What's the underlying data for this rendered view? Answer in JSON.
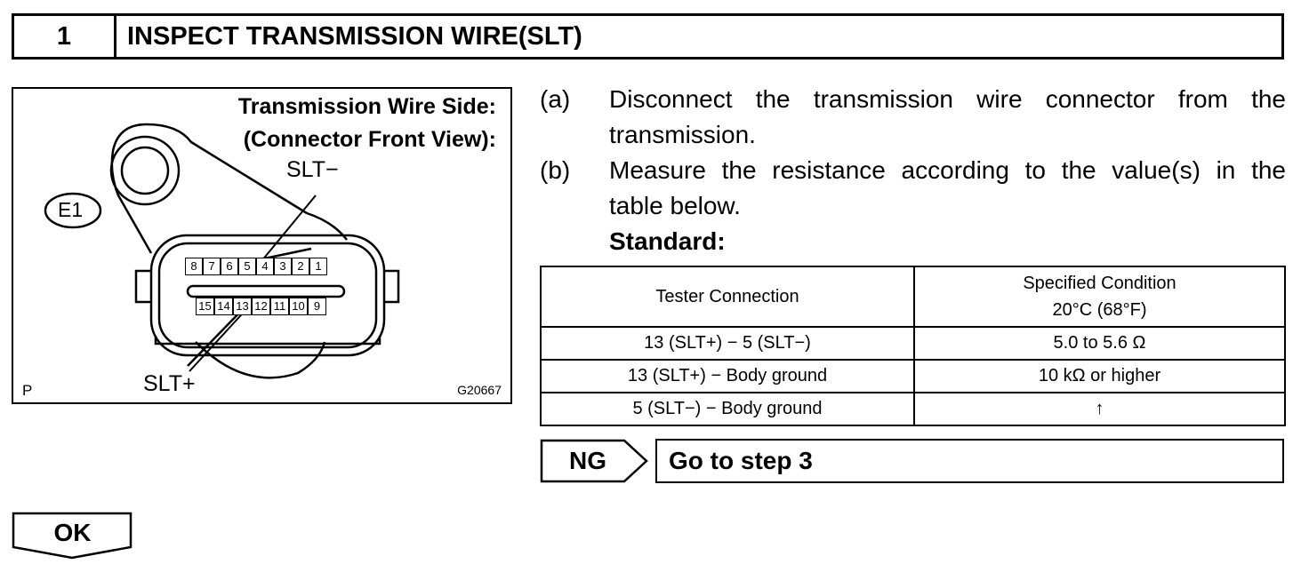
{
  "step": {
    "number": "1",
    "title": "INSPECT TRANSMISSION WIRE(SLT)"
  },
  "figure": {
    "title_line1": "Transmission Wire Side:",
    "title_line2": "(Connector Front View):",
    "label_slt_minus": "SLT−",
    "label_slt_plus": "SLT+",
    "connector_id": "E1",
    "corner_left": "P",
    "figure_code": "G20667",
    "pins_top": [
      "8",
      "7",
      "6",
      "5",
      "4",
      "3",
      "2",
      "1"
    ],
    "pins_bottom": [
      "15",
      "14",
      "13",
      "12",
      "11",
      "10",
      "9"
    ]
  },
  "instructions": {
    "a_label": "(a)",
    "a_line1": "Disconnect the transmission wire connector from the",
    "a_line2": "transmission.",
    "b_label": "(b)",
    "b_line1": "Measure the resistance according to the value(s) in the",
    "b_line2": "table below.",
    "standard": "Standard:"
  },
  "table": {
    "headers": [
      "Tester Connection",
      "Specified Condition",
      "20°C (68°F)"
    ],
    "rows": [
      [
        "13 (SLT+) − 5 (SLT−)",
        "5.0 to 5.6 Ω"
      ],
      [
        "13 (SLT+) − Body ground",
        "10 kΩ or higher"
      ],
      [
        "5 (SLT−) − Body ground",
        "↑"
      ]
    ]
  },
  "result": {
    "ng_label": "NG",
    "ng_action": "Go to step 3",
    "ok_label": "OK"
  }
}
